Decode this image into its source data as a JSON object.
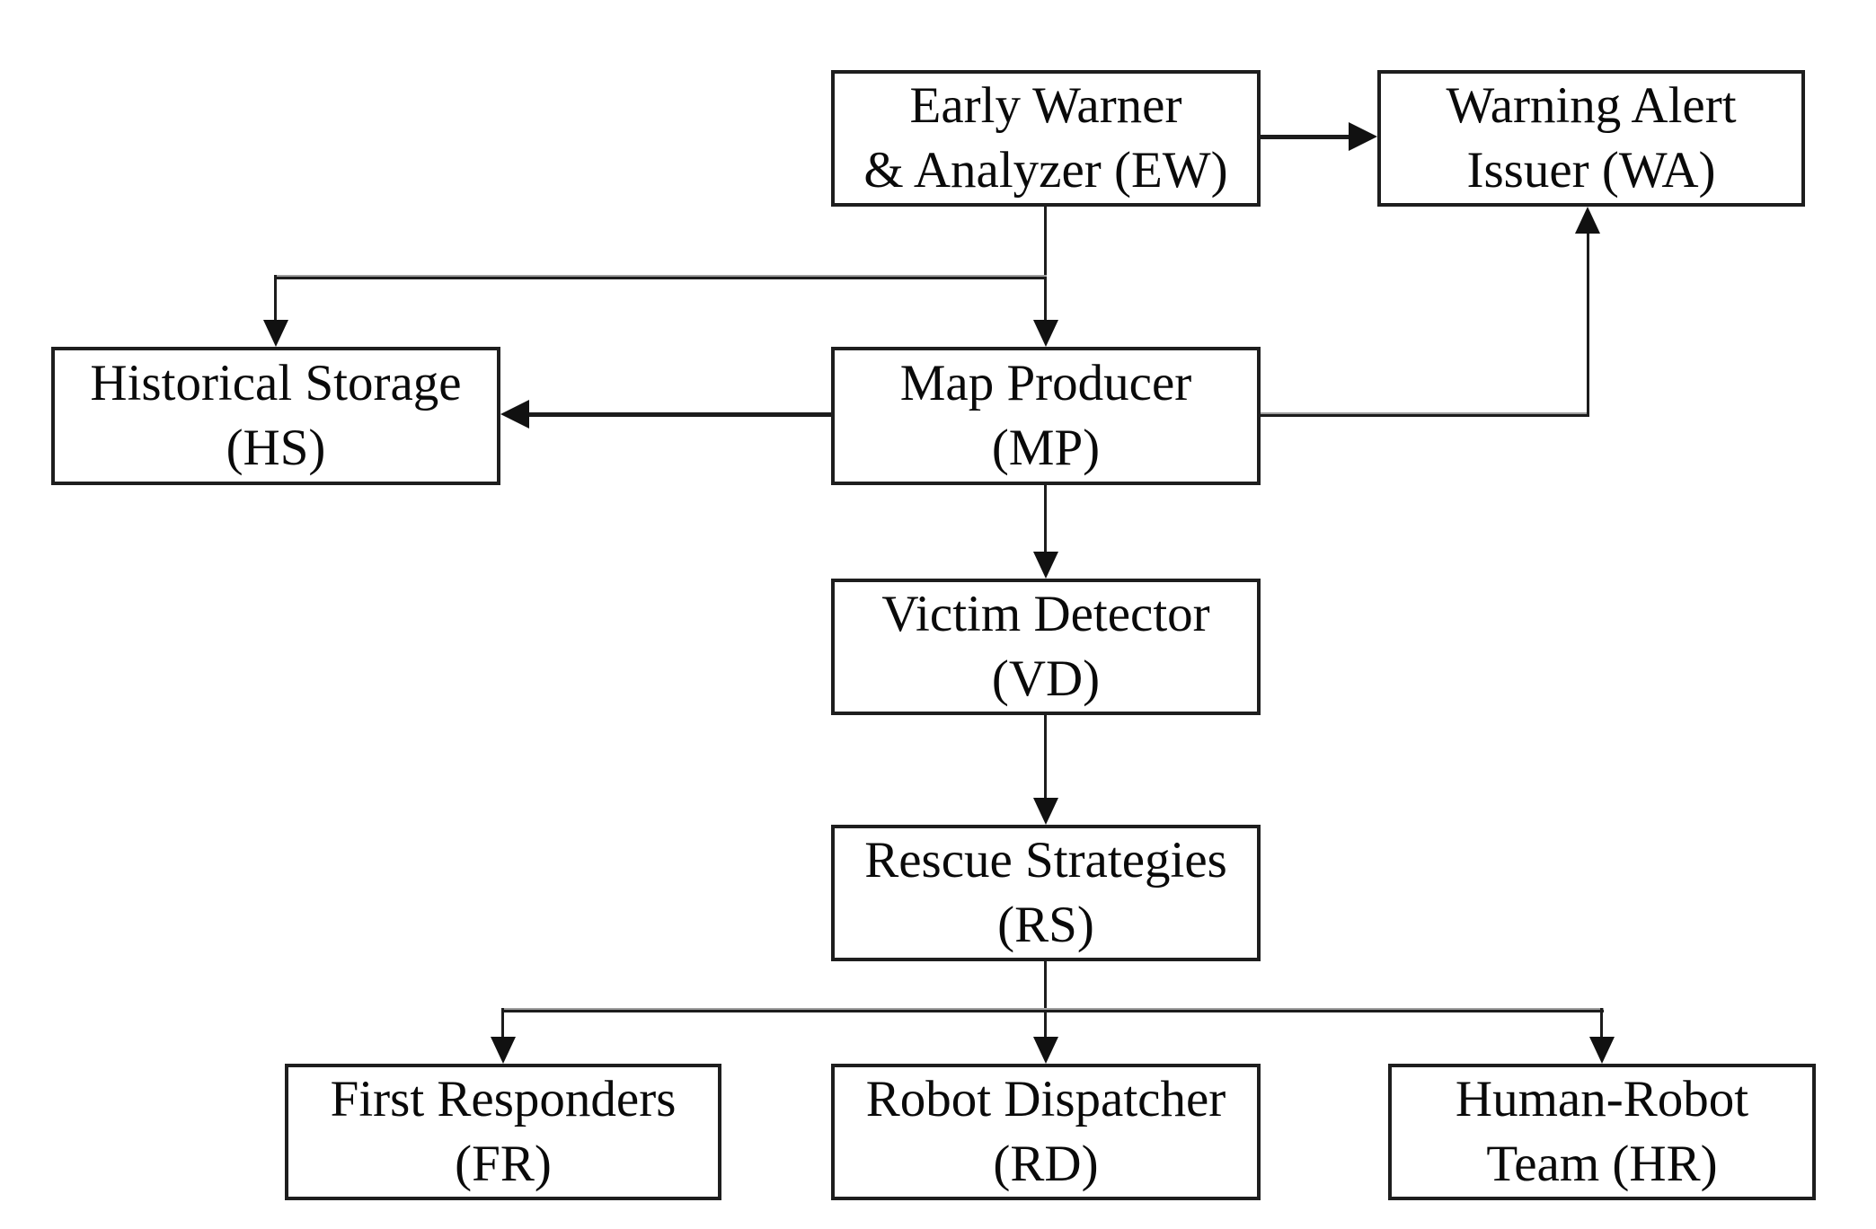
{
  "diagram": {
    "nodes": {
      "ew": {
        "line1": "Early Warner",
        "line2": "& Analyzer  (EW)"
      },
      "wa": {
        "line1": "Warning Alert",
        "line2": "Issuer (WA)"
      },
      "hs": {
        "line1": "Historical Storage",
        "line2": "(HS)"
      },
      "mp": {
        "line1": "Map Producer",
        "line2": "(MP)"
      },
      "vd": {
        "line1": "Victim Detector",
        "line2": "(VD)"
      },
      "rs": {
        "line1": "Rescue Strategies",
        "line2": "(RS)"
      },
      "fr": {
        "line1": "First Responders",
        "line2": "(FR)"
      },
      "rd": {
        "line1": "Robot Dispatcher",
        "line2": "(RD)"
      },
      "hr": {
        "line1": "Human-Robot",
        "line2": "Team (HR)"
      }
    },
    "edges": [
      {
        "from": "EW",
        "to": "WA"
      },
      {
        "from": "EW",
        "to": "MP"
      },
      {
        "from": "EW",
        "to": "HS"
      },
      {
        "from": "MP",
        "to": "HS"
      },
      {
        "from": "MP",
        "to": "WA"
      },
      {
        "from": "MP",
        "to": "VD"
      },
      {
        "from": "VD",
        "to": "RS"
      },
      {
        "from": "RS",
        "to": "FR"
      },
      {
        "from": "RS",
        "to": "RD"
      },
      {
        "from": "RS",
        "to": "HR"
      }
    ],
    "colors": {
      "background": "#ffffff",
      "box_border": "#1e1e1e",
      "line": "#1c1c1c",
      "text": "#0a0a0a"
    }
  }
}
